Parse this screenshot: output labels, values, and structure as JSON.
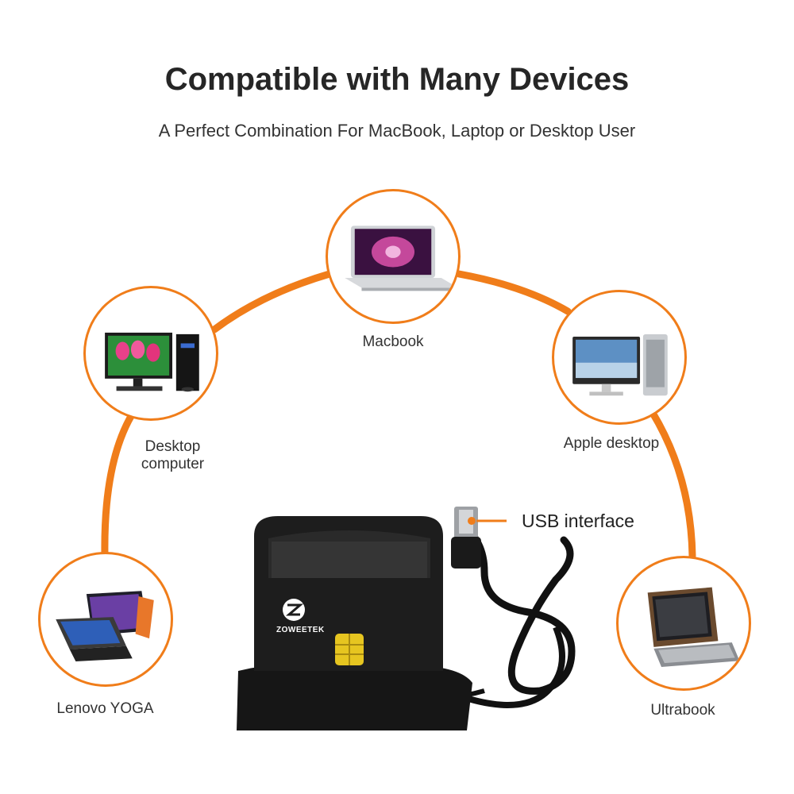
{
  "header": {
    "title": "Compatible with Many Devices",
    "subtitle": "A Perfect Combination For MacBook, Laptop or Desktop User"
  },
  "devices": {
    "macbook": "Macbook",
    "desktop": "Desktop computer",
    "apple_desktop": "Apple desktop",
    "lenovo": "Lenovo YOGA",
    "ultrabook": "Ultrabook"
  },
  "reader": {
    "brand": "ZOWEETEK",
    "usb_label": "USB interface"
  },
  "colors": {
    "accent": "#f07d1a",
    "reader_body": "#161616"
  }
}
